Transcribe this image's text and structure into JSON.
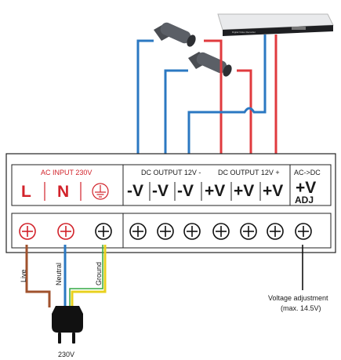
{
  "recorder": {
    "brand": "",
    "label": "Digital Video Recorder"
  },
  "psu": {
    "ac_input_label": "AC INPUT 230V",
    "dc_minus_label": "DC OUTPUT 12V -",
    "dc_plus_label": "DC OUTPUT 12V +",
    "adj_header": "AC->DC",
    "L": "L",
    "N": "N",
    "ground_symbol": "ground-icon",
    "minus_v": "-V",
    "plus_v": "+V",
    "adj_v": "+V",
    "adj_sub": "ADJ"
  },
  "wires": {
    "live": "Live",
    "neutral": "Neutral",
    "ground": "Ground"
  },
  "plug_label": "230V",
  "voltage_note_line1": "Voltage adjustment",
  "voltage_note_line2": "(max. 14.5V)",
  "colors": {
    "red": "#e03a3e",
    "blue": "#2b78c2",
    "brown": "#a0522d",
    "yellow": "#e8d11e",
    "green": "#35a845"
  }
}
